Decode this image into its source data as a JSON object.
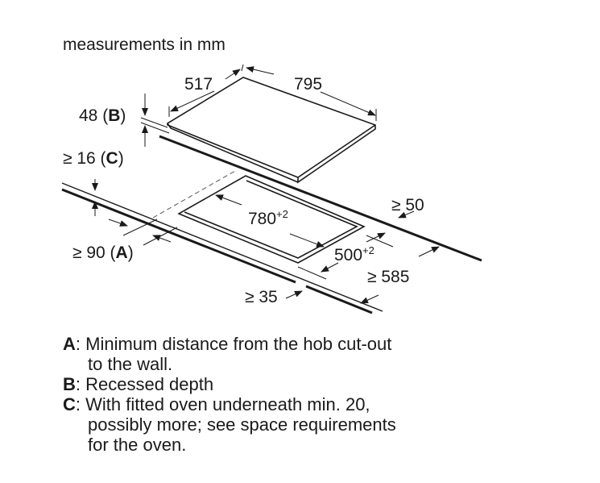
{
  "title": "measurements in mm",
  "dimensions": {
    "hob_depth": "517",
    "hob_width": "795",
    "recessed_depth": "48",
    "recessed_depth_key": "B",
    "worktop_thickness": "≥ 16",
    "worktop_thickness_key": "C",
    "wall_distance": "≥ 90",
    "wall_distance_key": "A",
    "cutout_width": "780",
    "cutout_width_tol": "+2",
    "cutout_depth": "500",
    "cutout_depth_tol": "+2",
    "rear_clearance": "≥ 50",
    "worktop_depth": "≥ 585",
    "front_clearance": "≥ 35"
  },
  "legend": [
    {
      "key": "A",
      "text": ": Minimum distance from the hob cut-out",
      "cont": [
        "to the wall."
      ]
    },
    {
      "key": "B",
      "text": ": Recessed depth",
      "cont": []
    },
    {
      "key": "C",
      "text": ": With fitted oven underneath min. 20,",
      "cont": [
        "possibly more; see space requirements",
        "for the oven."
      ]
    }
  ]
}
